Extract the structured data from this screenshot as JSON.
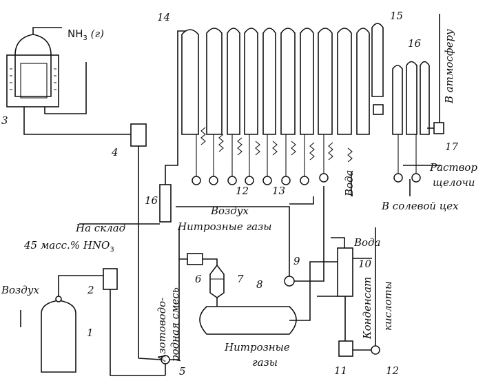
{
  "labels": {
    "nh3": "NH",
    "nh3_sub": "3",
    "nh3_suffix": " (г)",
    "to_atmosphere": "В атмосферу",
    "alkali_solution_1": "Раствор",
    "alkali_solution_2": "щелочи",
    "water_top": "Вода",
    "salt_shop": "В солевой цех",
    "air_mid": "Воздух",
    "nitrous_gases_top": "Нитрозные газы",
    "to_warehouse": "На склад",
    "hno3_conc": "45 масс.% HNO",
    "hno3_sub": "3",
    "air_left": "Воздух",
    "nitrogen_hydrogen_1": "Азотоводо-",
    "nitrogen_hydrogen_2": "родная смесь",
    "nitrous_gases_bottom_1": "Нитрозные",
    "nitrous_gases_bottom_2": "газы",
    "water_right": "Вода",
    "acid_condensate_1": "Конденсат",
    "acid_condensate_2": "кислоты"
  },
  "numbers": [
    "1",
    "2",
    "3",
    "4",
    "5",
    "6",
    "7",
    "8",
    "9",
    "10",
    "11",
    "12",
    "12",
    "13",
    "14",
    "15",
    "16",
    "16",
    "17"
  ]
}
